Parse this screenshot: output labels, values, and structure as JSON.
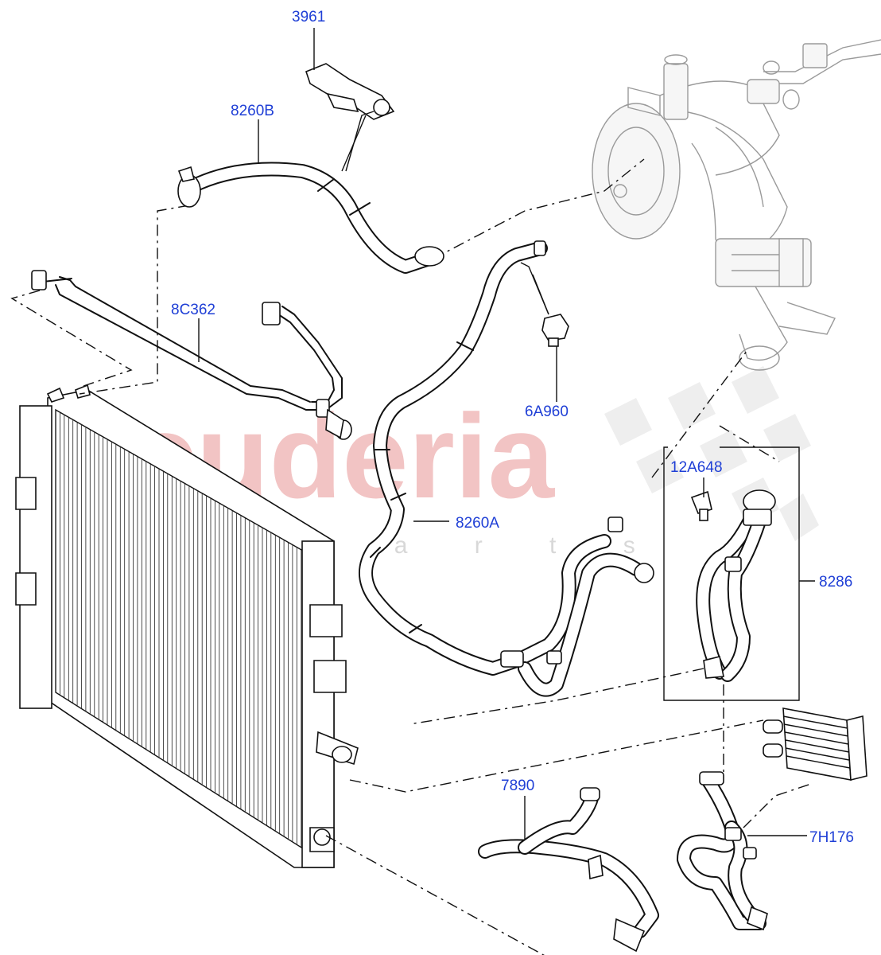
{
  "watermark": {
    "brand": "scuderia",
    "sub": "c a r p a r t s"
  },
  "callouts": [
    {
      "id": "3961",
      "label": "3961"
    },
    {
      "id": "8260B",
      "label": "8260B"
    },
    {
      "id": "8C362",
      "label": "8C362"
    },
    {
      "id": "6A960",
      "label": "6A960"
    },
    {
      "id": "12A648",
      "label": "12A648"
    },
    {
      "id": "8260A",
      "label": "8260A"
    },
    {
      "id": "8286",
      "label": "8286"
    },
    {
      "id": "7890",
      "label": "7890"
    },
    {
      "id": "7H176",
      "label": "7H176"
    }
  ],
  "colors": {
    "callout_text": "#1f3fd6",
    "watermark_brand": "#f2c4c4",
    "watermark_sub": "#d8d8d8",
    "line_art": "#111111",
    "ghost_art": "#9a9a9a"
  }
}
